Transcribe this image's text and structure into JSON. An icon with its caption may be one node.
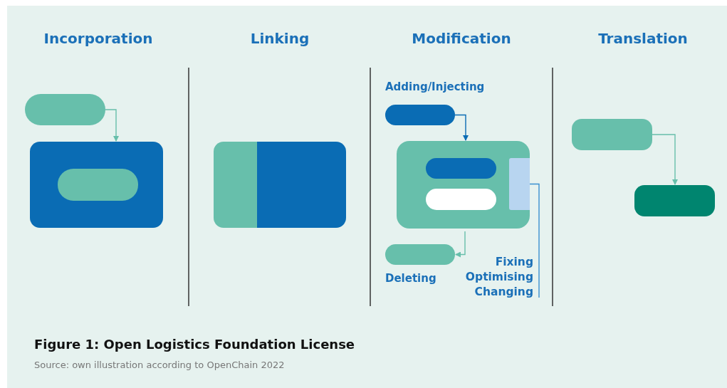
{
  "diagram": {
    "title": "Figure 1: Open Logistics Foundation License",
    "caption": "Source: own illustration according to OpenChain 2022",
    "nodes": [
      {
        "text": [],
        "shape": "box"
      },
      {
        "text": [],
        "shape": "box"
      },
      {
        "text": [],
        "shape": "box",
        "in": 1
      },
      {
        "text": [],
        "shape": "box"
      },
      {
        "text": [],
        "shape": "box"
      },
      {
        "text": [
          "Adding/Injecting"
        ]
      },
      {
        "text": [],
        "shape": "box"
      },
      {
        "text": [],
        "shape": "box",
        "in": 6
      },
      {
        "text": [],
        "shape": "box",
        "in": 6
      },
      {
        "text": [],
        "shape": "bar",
        "in": 6
      },
      {
        "text": [
          "Deleting"
        ]
      },
      {
        "text": [
          "Fixing Optimising Changing"
        ]
      },
      {
        "text": [],
        "shape": "box"
      },
      {
        "text": [],
        "shape": "box"
      }
    ],
    "edges": [
      {
        "from": 0,
        "to": 1,
        "arrow": "to"
      },
      {
        "from": 5,
        "to": 6,
        "arrow": "to",
        "color": "#0a6cb4"
      },
      {
        "from": 6,
        "to": 10,
        "arrow": "to"
      },
      {
        "from": 9,
        "to": 11,
        "arrow": "none",
        "color": "#3a90d0"
      },
      {
        "from": 12,
        "to": 13,
        "arrow": "to"
      }
    ],
    "labels": [
      "Incorporation",
      "Linking",
      "Modification",
      "Translation"
    ]
  }
}
